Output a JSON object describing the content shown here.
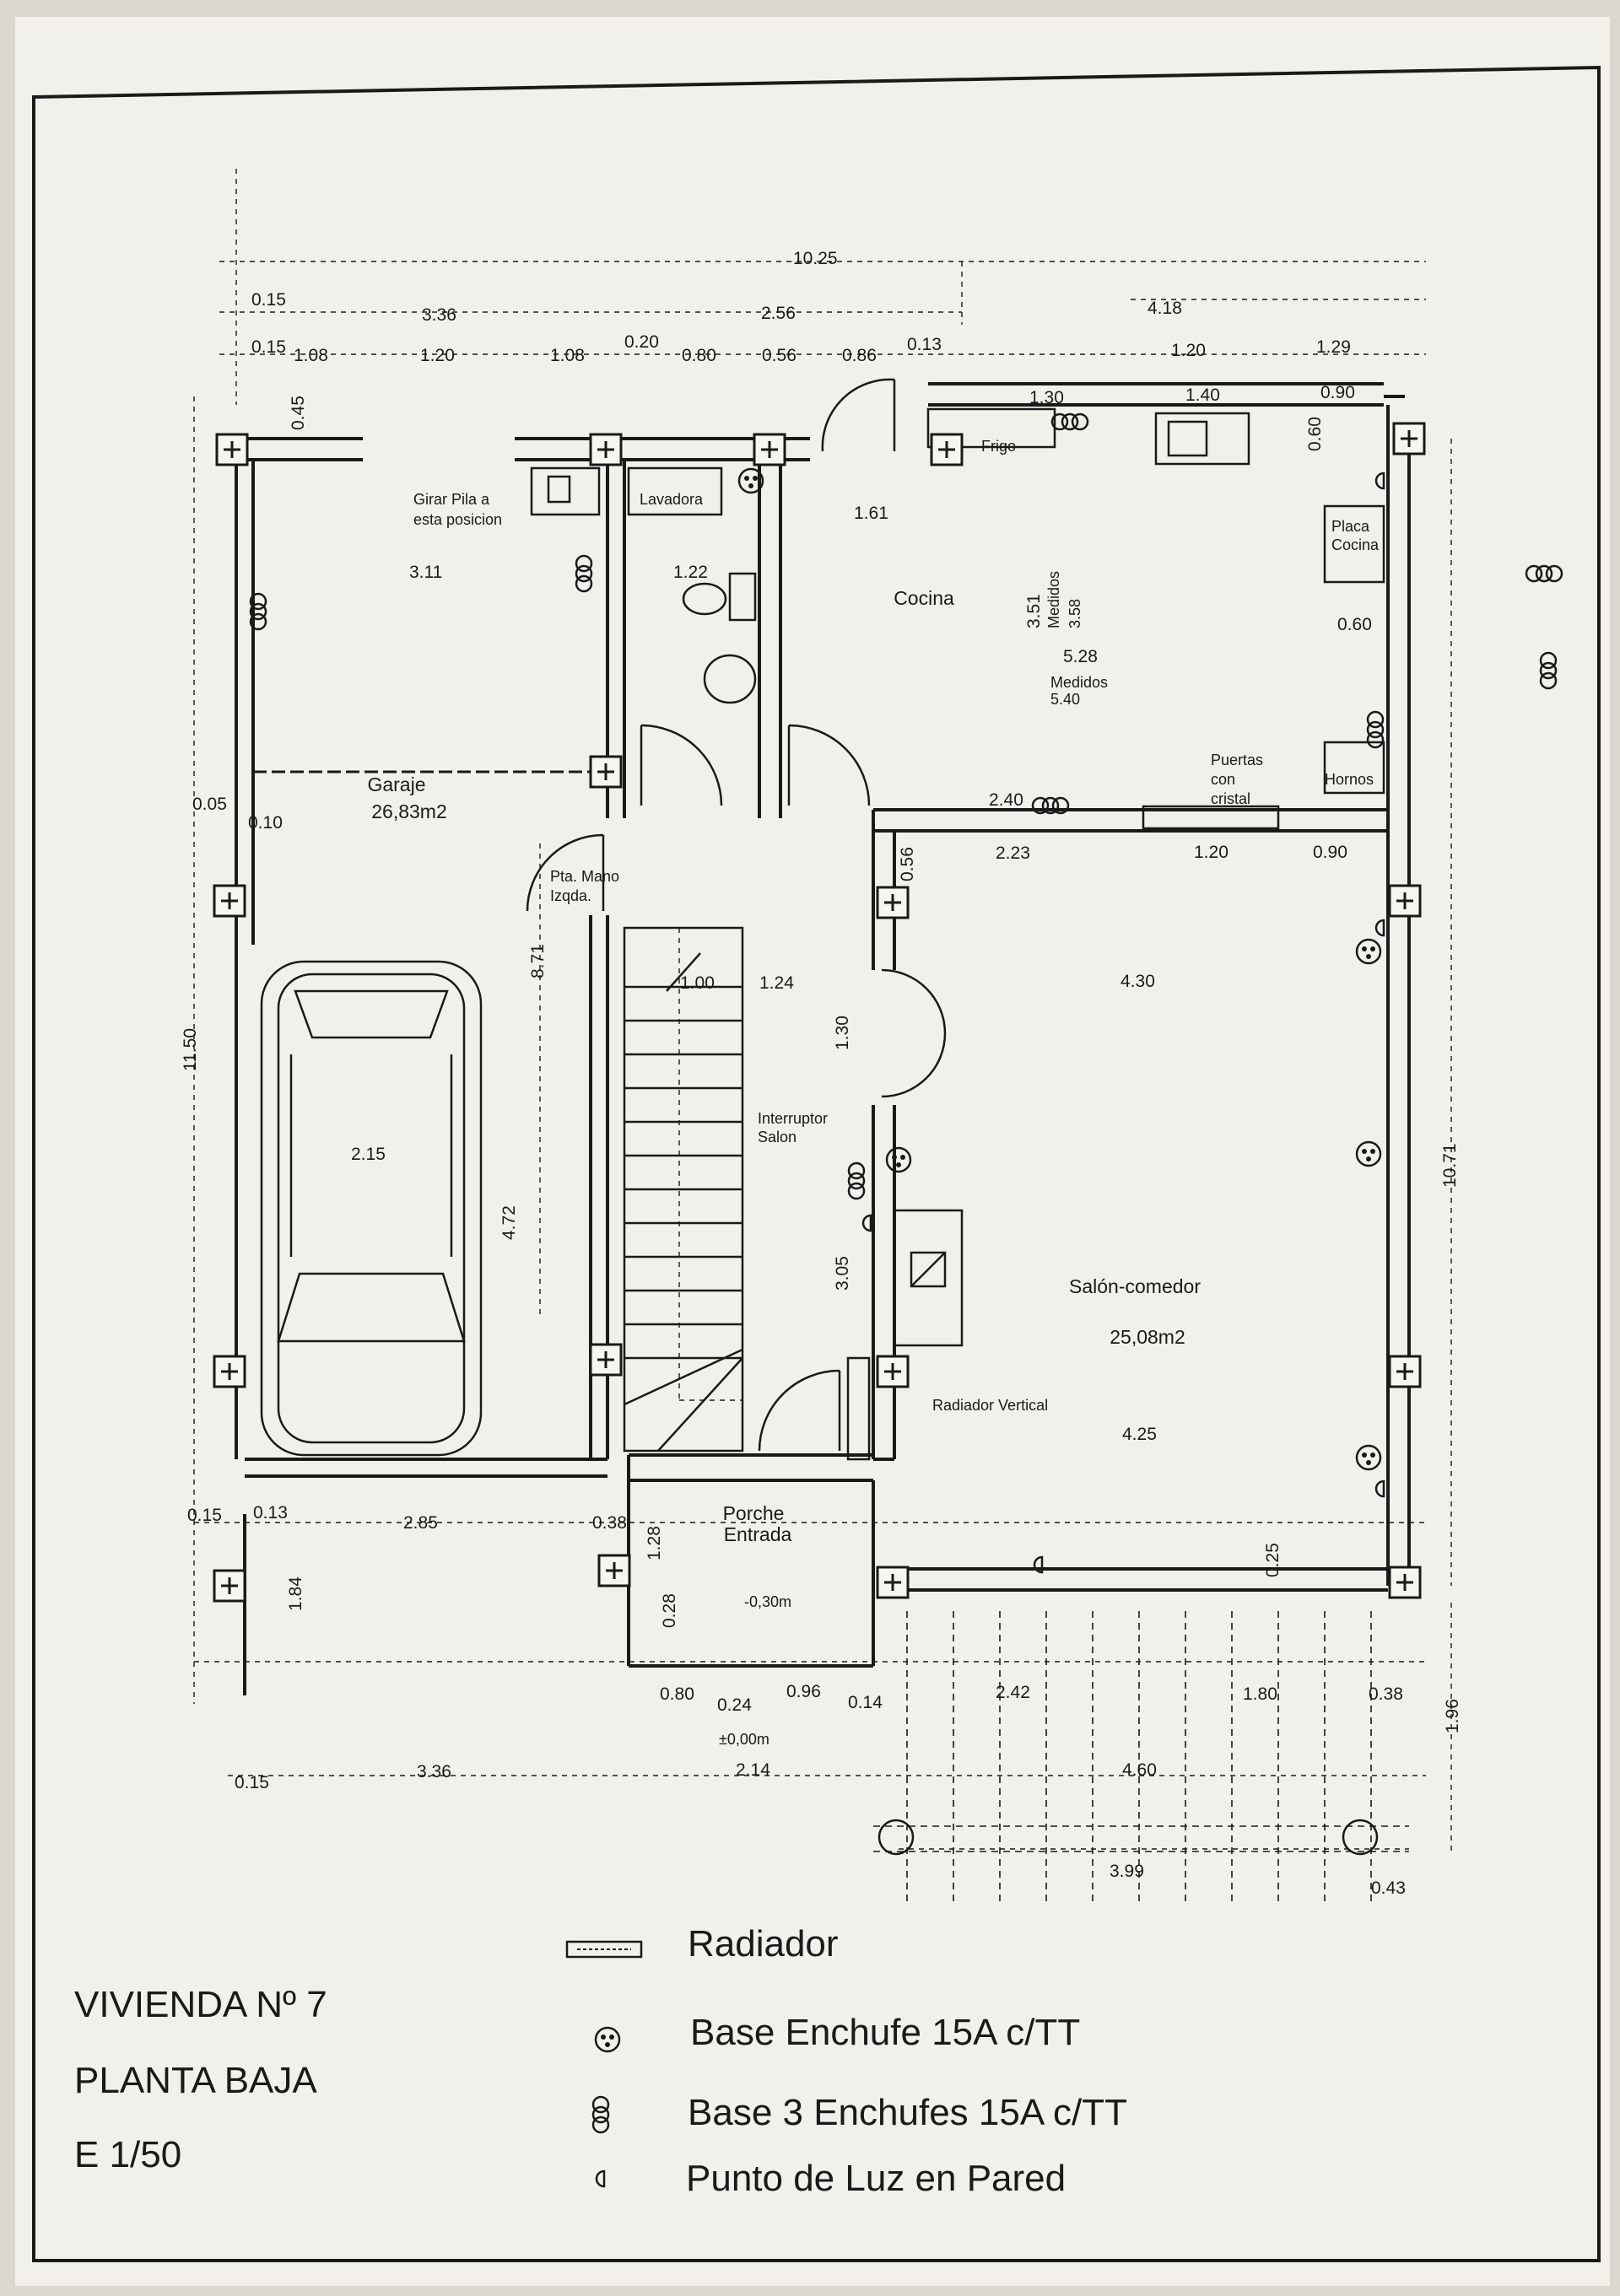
{
  "rooms": {
    "garaje": {
      "name": "Garaje",
      "area": "26,83m2"
    },
    "cocina": {
      "name": "Cocina"
    },
    "salon": {
      "name": "Salón-comedor",
      "area": "25,08m2"
    },
    "porche": {
      "line1": "Porche",
      "line2": "Entrada"
    },
    "lavadora": "Lavadora",
    "frigo": "Frigo",
    "placa": {
      "line1": "Placa",
      "line2": "Cocina"
    },
    "hornos": "Hornos"
  },
  "notes": {
    "girar_pila": {
      "line1": "Girar Pila a",
      "line2": "esta posicion"
    },
    "pta_mano": {
      "line1": "Pta. Mano",
      "line2": "Izqda."
    },
    "interruptor": {
      "line1": "Interruptor",
      "line2": "Salon"
    },
    "radiador_vertical": "Radiador Vertical",
    "puertas": {
      "line1": "Puertas",
      "line2": "con",
      "line3": "cristal"
    },
    "medidos_v": {
      "line1": "Medidos",
      "line2": "3.58"
    },
    "medidos_h": {
      "line1": "Medidos",
      "line2": "5.40"
    },
    "nivel_porche": "-0,30m",
    "nivel_cero": "±0,00m"
  },
  "dimensions": {
    "top_total": "10.25",
    "top_0_15": "0.15",
    "top_3_36": "3.36",
    "top_2_56": "2.56",
    "top_4_18": "4.18",
    "top_0_15b": "0.15",
    "top_1_08a": "1.08",
    "top_1_20a": "1.20",
    "top_1_08b": "1.08",
    "top_0_20": "0.20",
    "top_0_80": "0.80",
    "top_0_56": "0.56",
    "top_0_86": "0.86",
    "top_0_13": "0.13",
    "top_1_20b": "1.20",
    "top_1_29": "1.29",
    "k_1_30": "1.30",
    "k_1_40": "1.40",
    "k_0_90": "0.90",
    "k_0_60": "0.60",
    "left_0_45": "0.45",
    "g_3_11": "3.11",
    "b_1_22": "1.22",
    "k_1_61": "1.61",
    "k_3_51": "3.51",
    "k_5_28": "5.28",
    "k_0_60b": "0.60",
    "k_2_40": "2.40",
    "left_0_05": "0.05",
    "g_0_10": "0.10",
    "s_0_56": "0.56",
    "s_2_23": "2.23",
    "s_1_20": "1.20",
    "s_0_90": "0.90",
    "g_8_71": "8.71",
    "st_1_00": "1.00",
    "st_1_24": "1.24",
    "s_1_30": "1.30",
    "s_4_30": "4.30",
    "left_11_50": "11.50",
    "right_10_71": "10.71",
    "g_2_15": "2.15",
    "g_4_72": "4.72",
    "s_3_05": "3.05",
    "s_4_25": "4.25",
    "b_0_15": "0.15",
    "b_0_13": "0.13",
    "b_2_85": "2.85",
    "b_0_38": "0.38",
    "p_1_28": "1.28",
    "b_1_84": "1.84",
    "p_0_28": "0.28",
    "s_0_25": "0.25",
    "p_0_80": "0.80",
    "p_0_24": "0.24",
    "p_0_96": "0.96",
    "p_0_14": "0.14",
    "t_2_42": "2.42",
    "t_1_80": "1.80",
    "t_0_38": "0.38",
    "t_1_96": "1.96",
    "b_0_15b": "0.15",
    "b_3_36": "3.36",
    "p_2_14": "2.14",
    "t_4_60": "4.60",
    "t_3_99": "3.99",
    "t_0_43": "0.43"
  },
  "legend": {
    "radiador": "Radiador",
    "enchufe": "Base Enchufe 15A c/TT",
    "tres_enchufes": "Base 3 Enchufes 15A c/TT",
    "punto_luz": "Punto de Luz en Pared"
  },
  "title": {
    "line1": "VIVIENDA Nº 7",
    "line2": "PLANTA BAJA",
    "line3": "E  1/50"
  },
  "colors": {
    "paper": "#f1f0ea",
    "ink": "#1a1a1a"
  }
}
